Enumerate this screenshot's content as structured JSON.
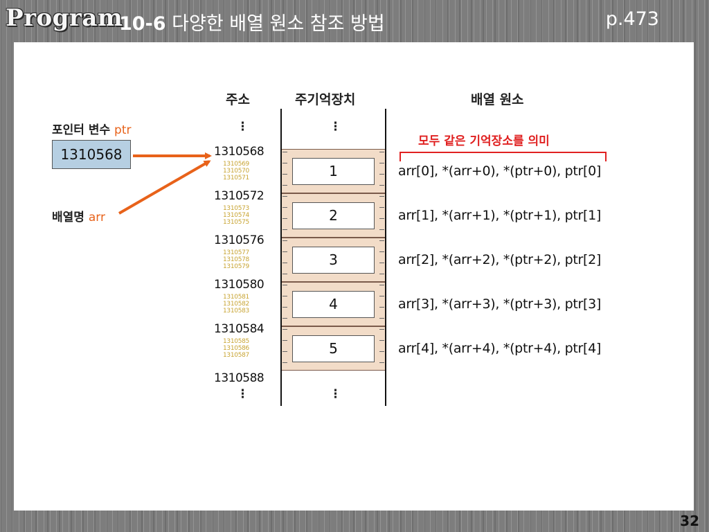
{
  "header": {
    "program_label": "Program",
    "title_number": "10-6",
    "title_text": "다양한 배열 원소 참조 방법",
    "page_ref": "p.473"
  },
  "footer": {
    "slide_number": "32"
  },
  "diagram": {
    "col_address": "주소",
    "col_memory": "주기억장치",
    "col_elements": "배열 원소",
    "pointer_label": "포인터 변수",
    "pointer_name": "ptr",
    "pointer_value": "1310568",
    "array_label": "배열명",
    "array_name": "arr",
    "dots": "⋮",
    "same_memory_note": "모두 같은 기억장소를 의미",
    "blocks": [
      {
        "addr": "1310568",
        "sub": [
          "1310569",
          "1310570",
          "1310571"
        ],
        "value": "1",
        "expr": "arr[0], *(arr+0), *(ptr+0), ptr[0]"
      },
      {
        "addr": "1310572",
        "sub": [
          "1310573",
          "1310574",
          "1310575"
        ],
        "value": "2",
        "expr": "arr[1], *(arr+1), *(ptr+1), ptr[1]"
      },
      {
        "addr": "1310576",
        "sub": [
          "1310577",
          "1310578",
          "1310579"
        ],
        "value": "3",
        "expr": "arr[2], *(arr+2), *(ptr+2), ptr[2]"
      },
      {
        "addr": "1310580",
        "sub": [
          "1310581",
          "1310582",
          "1310583"
        ],
        "value": "4",
        "expr": "arr[3], *(arr+3), *(ptr+3), ptr[3]"
      },
      {
        "addr": "1310584",
        "sub": [
          "1310585",
          "1310586",
          "1310587"
        ],
        "value": "5",
        "expr": "arr[4], *(arr+4), *(ptr+4), ptr[4]"
      }
    ],
    "end_address": "1310588",
    "colors": {
      "arrow": "#e8621a",
      "note": "#e02020",
      "sub_address": "#c8a432",
      "cell_fill": "#f2dcc8",
      "pointer_box": "#b6cfe2"
    }
  }
}
